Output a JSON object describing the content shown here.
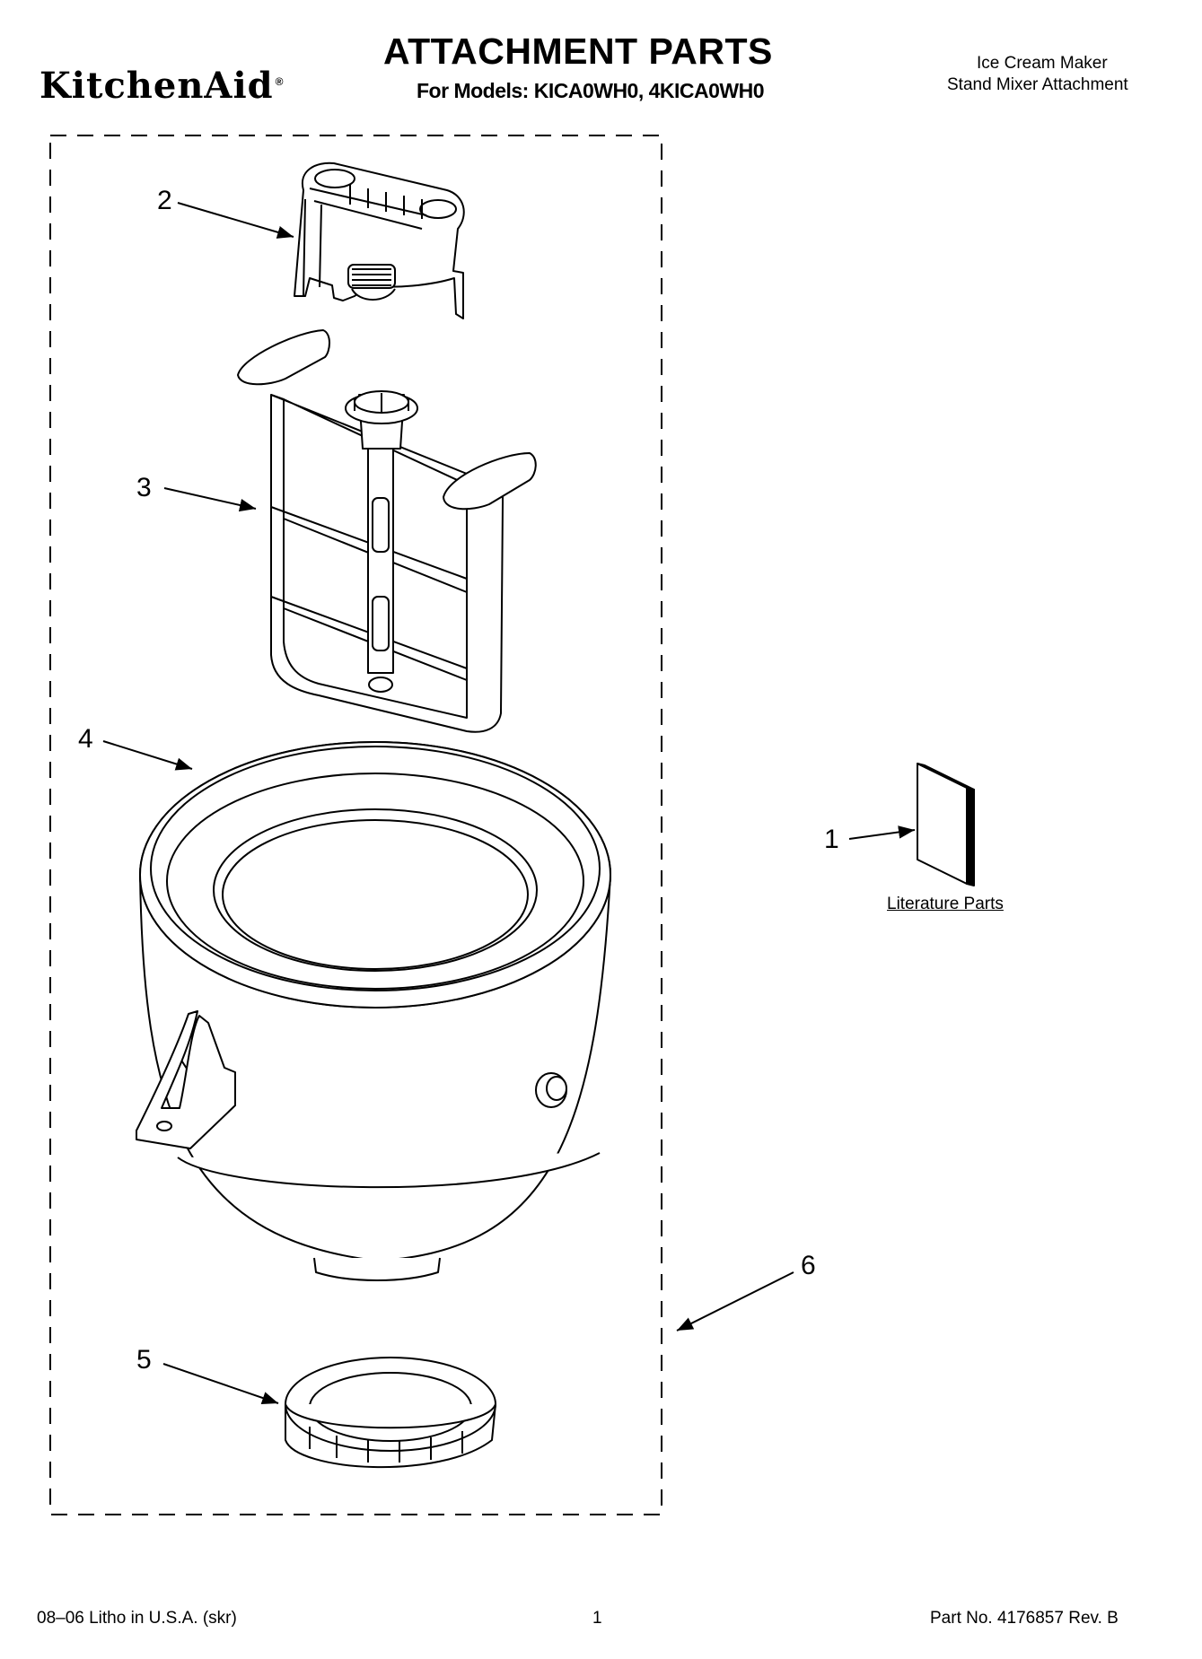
{
  "header": {
    "brand": "KitchenAid",
    "title": "ATTACHMENT PARTS",
    "models": "For Models: KICA0WH0, 4KICA0WH0",
    "description_line1": "Ice Cream Maker",
    "description_line2": "Stand Mixer Attachment"
  },
  "callouts": [
    "1",
    "2",
    "3",
    "4",
    "5",
    "6"
  ],
  "literature_label": "Literature Parts",
  "footer": {
    "left": "08–06 Litho in U.S.A. (skr)",
    "center": "1",
    "right": "Part No. 4176857 Rev. B"
  }
}
